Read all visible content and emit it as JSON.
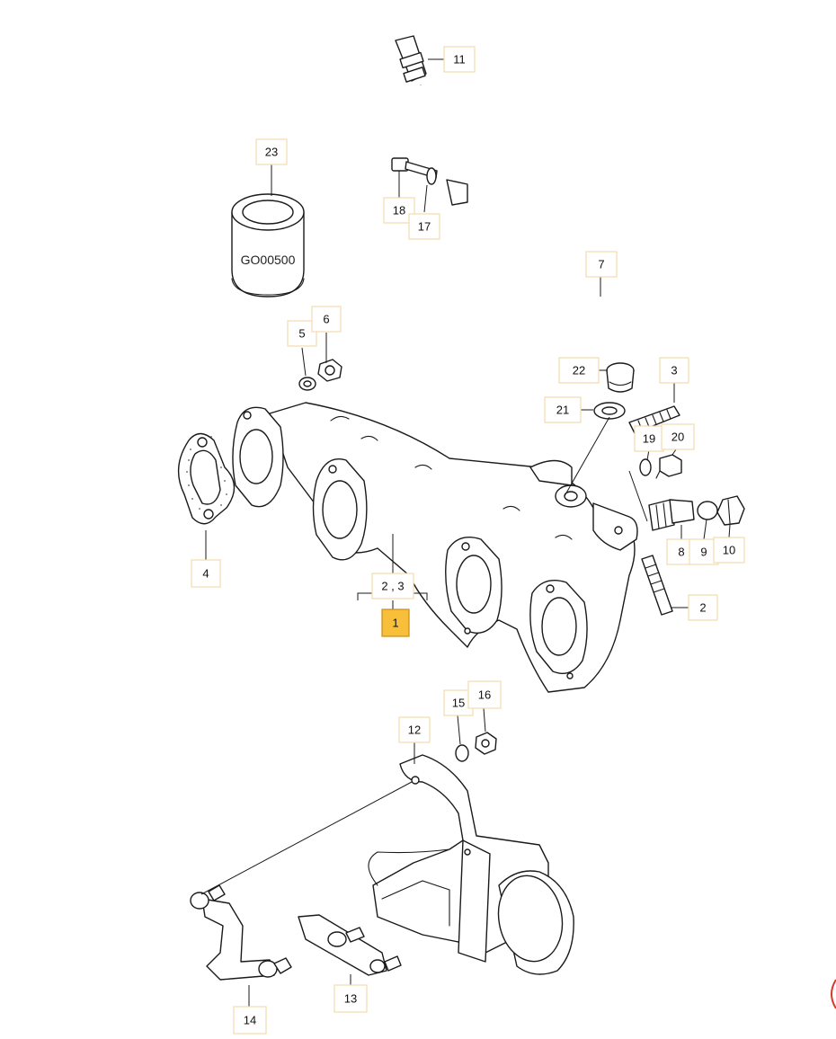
{
  "diagram": {
    "bush_marking": "GO00500",
    "selected_callout": "1",
    "callouts": {
      "c1": "1",
      "c2": "2",
      "c23": "2 , 3",
      "c3": "3",
      "c4": "4",
      "c5": "5",
      "c6": "6",
      "c7": "7",
      "c8": "8",
      "c9": "9",
      "c10": "10",
      "c11": "11",
      "c12": "12",
      "c13": "13",
      "c14": "14",
      "c15": "15",
      "c16": "16",
      "c17": "17",
      "c18": "18",
      "c19": "19",
      "c20": "20",
      "c21": "21",
      "c22": "22",
      "c23b": "23"
    }
  }
}
